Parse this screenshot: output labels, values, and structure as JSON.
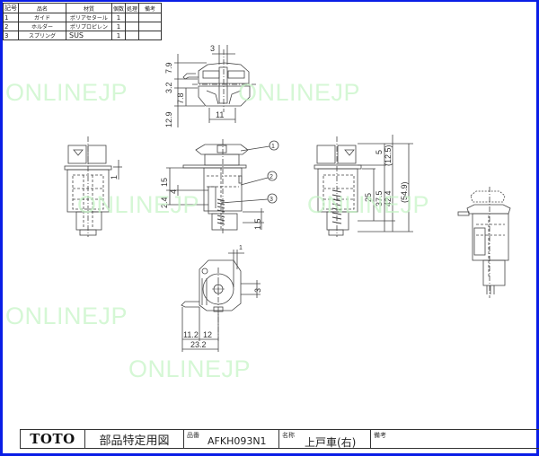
{
  "parts_table": {
    "headers": [
      "記号",
      "品名",
      "材質",
      "個数",
      "処理",
      "備考"
    ],
    "rows": [
      {
        "no": "1",
        "name": "ガイド",
        "material": "ポリアセタール",
        "qty": "1",
        "treatment": "",
        "remarks": ""
      },
      {
        "no": "2",
        "name": "ホルダー",
        "material": "ポリプロピレン",
        "qty": "1",
        "treatment": "",
        "remarks": ""
      },
      {
        "no": "3",
        "name": "スプリング",
        "material": "SUS",
        "qty": "1",
        "treatment": "",
        "remarks": ""
      }
    ]
  },
  "watermark": "ONLINEJP",
  "dimensions": {
    "top_view": {
      "width_top": "3",
      "h1": "7.9",
      "h2": "3.2",
      "h3": "7.8",
      "h4": "12.9",
      "width_bottom": "11"
    },
    "left_view": {
      "tick": "1"
    },
    "center_view": {
      "d15": "15",
      "d4": "4",
      "d24": "2.4",
      "d15b": "1.5"
    },
    "callouts": [
      "1",
      "2",
      "3"
    ],
    "right_view": {
      "d5": "5",
      "d125": "(12.5)",
      "d25": "25",
      "d375": "37.5",
      "d424": "42.4",
      "d549": "(54.9)"
    },
    "bottom_view": {
      "d1": "1",
      "d3": "3",
      "d112": "11.2",
      "d12": "12",
      "d232": "23.2"
    }
  },
  "title_block": {
    "brand": "TOTO",
    "doc_type": "部品特定用図",
    "part_no_label": "品番",
    "part_no": "AFKH093N1",
    "name_label": "名称",
    "name": "上戸車(右)",
    "remarks_label": "備考",
    "remarks": ""
  },
  "colors": {
    "frame": "#0a1ee6",
    "watermark": "#c8f5c8",
    "line": "#333333"
  }
}
